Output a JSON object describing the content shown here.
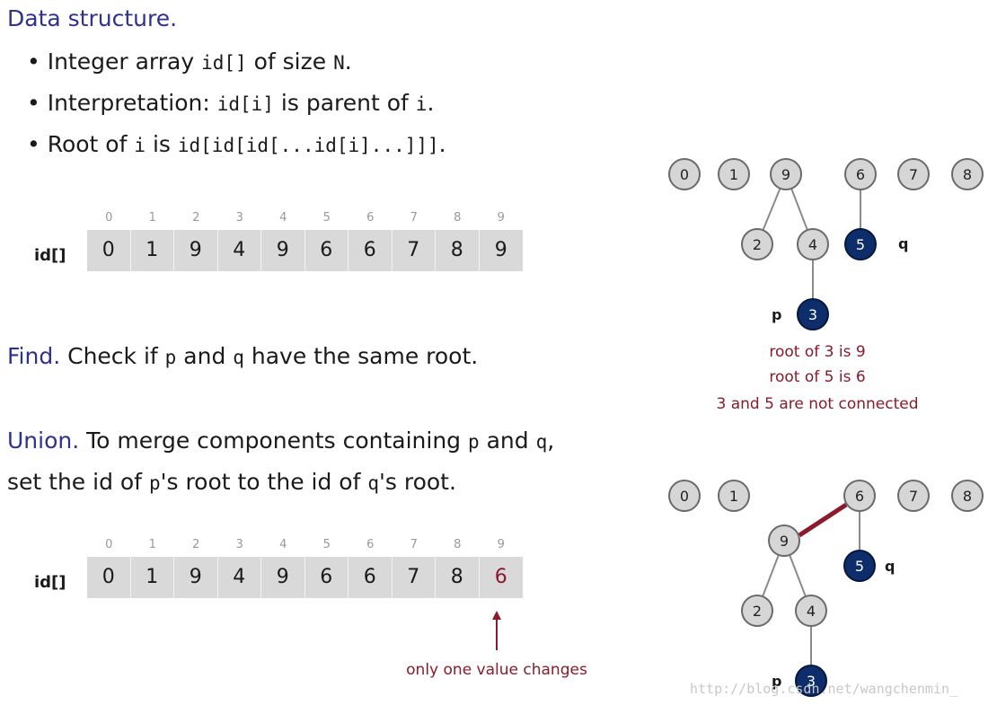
{
  "data_structure": {
    "title": "Data structure.",
    "bullets": [
      {
        "pre": "Integer array ",
        "code1": "id[]",
        "mid": " of size ",
        "code2": "N",
        "post": "."
      },
      {
        "pre": "Interpretation:  ",
        "code1": "id[i]",
        "mid": " is parent of ",
        "code2": "i",
        "post": "."
      },
      {
        "pre": "Root of ",
        "code1": "i",
        "mid": " is ",
        "code2": "id[id[id[...id[i]...]]]",
        "post": "."
      }
    ]
  },
  "array_before": {
    "label": "id[]",
    "indices": [
      "0",
      "1",
      "2",
      "3",
      "4",
      "5",
      "6",
      "7",
      "8",
      "9"
    ],
    "values": [
      "0",
      "1",
      "9",
      "4",
      "9",
      "6",
      "6",
      "7",
      "8",
      "9"
    ]
  },
  "find": {
    "label": "Find.",
    "text_pre": "  Check if ",
    "p": "p",
    "text_mid": " and ",
    "q": "q",
    "text_post": " have the same root."
  },
  "union": {
    "label": "Union.",
    "line1_pre": "  To merge components containing ",
    "p": "p",
    "line1_mid": " and ",
    "q": "q",
    "line1_post": ",",
    "line2_pre": "set the id of ",
    "line2_mid": "'s root to the id of ",
    "line2_post": "'s root."
  },
  "array_after": {
    "label": "id[]",
    "indices": [
      "0",
      "1",
      "2",
      "3",
      "4",
      "5",
      "6",
      "7",
      "8",
      "9"
    ],
    "values": [
      "0",
      "1",
      "9",
      "4",
      "9",
      "6",
      "6",
      "7",
      "8",
      "6"
    ],
    "changed_index": 9,
    "note": "only one value changes"
  },
  "tree_before": {
    "nodes": [
      "0",
      "1",
      "9",
      "6",
      "7",
      "8",
      "2",
      "4",
      "5",
      "3"
    ],
    "p_label": "p",
    "q_label": "q",
    "notes": [
      "root of 3 is 9",
      "root of 5 is 6",
      "3 and 5 are not connected"
    ]
  },
  "tree_after": {
    "nodes": [
      "0",
      "1",
      "6",
      "7",
      "8",
      "9",
      "5",
      "2",
      "4",
      "3"
    ],
    "p_label": "p",
    "q_label": "q"
  },
  "watermark": "http://blog.csdn.net/wangchenmin_",
  "colors": {
    "heading": "#2e3192",
    "highlight_node": "#0d2d6b",
    "note": "#8b1a2a",
    "node_fill": "#d6d6d6"
  }
}
